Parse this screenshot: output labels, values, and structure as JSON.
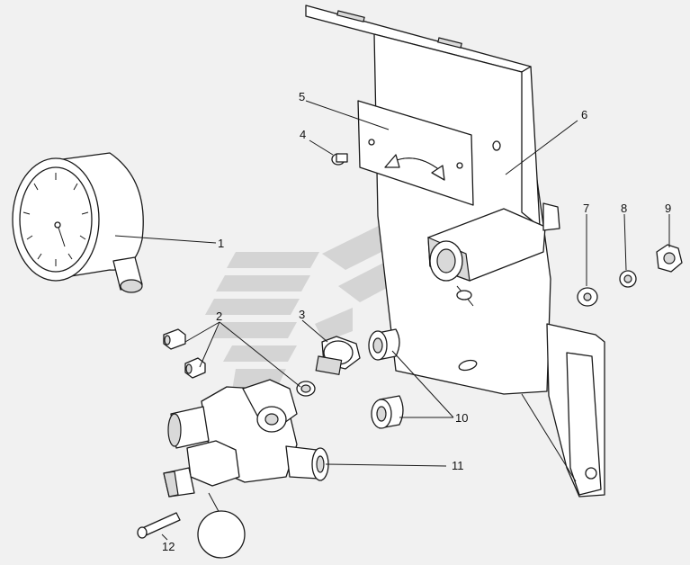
{
  "callouts": {
    "c1": "1",
    "c2": "2",
    "c3": "3",
    "c4": "4",
    "c5": "5",
    "c6": "6",
    "c7": "7",
    "c8": "8",
    "c9": "9",
    "c10": "10",
    "c11": "11",
    "c12": "12"
  },
  "colors": {
    "background": "#f1f1f1",
    "line": "#1a1a1a",
    "watermark": "#c9c9c9"
  }
}
